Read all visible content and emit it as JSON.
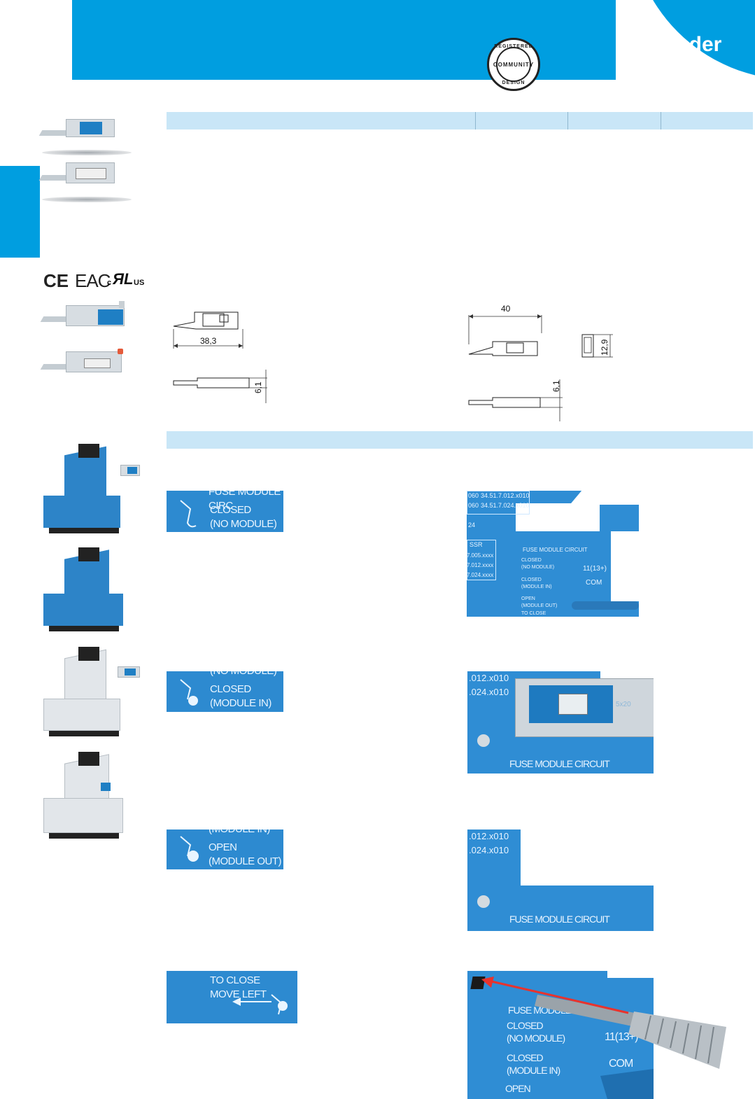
{
  "header": {
    "brand": "finder",
    "logo_icon": "finder-logo-icon",
    "seal_top": "REGISTERED",
    "seal_middle": "COMMUNITY",
    "seal_bottom": "DESIGN"
  },
  "certifications": {
    "ce": "CE",
    "eac": "EAC",
    "ul_prefix": "c",
    "ul_suffix": "US"
  },
  "dimensions": {
    "module_a_length": "38,3",
    "module_a_height": "6,1",
    "module_b_length": "40",
    "module_b_width": "12,9",
    "module_b_height": "6,1"
  },
  "labels": {
    "closed_no_module": {
      "partial_top": "FUSE MODULE CIRC",
      "line1": "CLOSED",
      "line2": "(NO MODULE)"
    },
    "closed_module_in": {
      "partial_top": "(NO MODULE)",
      "line1": "CLOSED",
      "line2": "(MODULE IN)"
    },
    "open_module_out": {
      "partial_top": "(MODULE IN)",
      "line1": "OPEN",
      "line2": "(MODULE OUT)"
    },
    "to_close": {
      "line1": "TO CLOSE",
      "line2": "MOVE LEFT"
    }
  },
  "photos": {
    "photo1": {
      "codes_row1_a": "060",
      "codes_row1_b": "34.51.7.012.x010",
      "codes_row2_a": "060",
      "codes_row2_b": "34.51.7.024.x010",
      "code_24": "24",
      "ssr": "SSR",
      "ssr1": "7.005.xxxx",
      "ssr2": "7.012.xxxx",
      "ssr3": "7.024.xxxx",
      "fuse_circuit": "FUSE MODULE CIRCUIT",
      "closed": "CLOSED",
      "no_module": "(NO MODULE)",
      "closed2": "CLOSED",
      "module_in": "(MODULE IN)",
      "open": "OPEN",
      "module_out": "(MODULE OUT)",
      "to_close": "TO CLOSE",
      "terminal": "11(13+)",
      "com": "COM"
    },
    "photo2": {
      "code1": ".012.x010",
      "code2": ".024.x010",
      "fuse_circuit": "FUSE MODULE CIRCUIT",
      "fuse_rating": "5x20"
    },
    "photo3": {
      "code1": ".012.x010",
      "code2": ".024.x010",
      "fuse_circuit": "FUSE MODULE CIRCUIT"
    },
    "photo4": {
      "fuse_partial": "FUSE MODULE C",
      "closed": "CLOSED",
      "no_module": "(NO MODULE)",
      "closed2": "CLOSED",
      "module_in": "(MODULE IN)",
      "open": "OPEN",
      "terminal": "11(13+)",
      "com": "COM"
    }
  }
}
